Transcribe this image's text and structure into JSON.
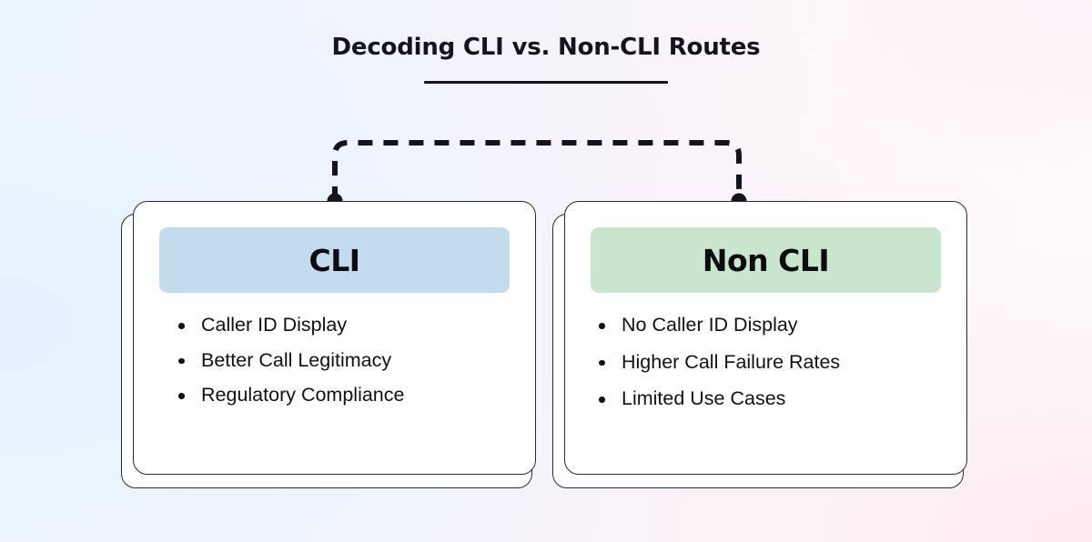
{
  "title": {
    "text": "Decoding CLI vs. Non-CLI Routes",
    "underline_color": "#14141e"
  },
  "connector": {
    "style": "dashed-bracket",
    "color": "#14141e",
    "endpoint_marker": "filled-dot",
    "endpoints": 2
  },
  "theme": {
    "background_gradient_from": "#e9f3fd",
    "background_gradient_to": "#fdf0f7",
    "card_background": "#ffffff",
    "card_border": "#2a2a33",
    "text_color": "#111116"
  },
  "cards": [
    {
      "id": "cli",
      "header": "CLI",
      "header_bg": "#c2dced",
      "items": [
        "Caller ID Display",
        "Better Call Legitimacy",
        "Regulatory Compliance"
      ]
    },
    {
      "id": "non-cli",
      "header": "Non CLI",
      "header_bg": "#c8e6cd",
      "items": [
        "No Caller ID Display",
        "Higher Call Failure Rates",
        "Limited Use Cases"
      ]
    }
  ]
}
